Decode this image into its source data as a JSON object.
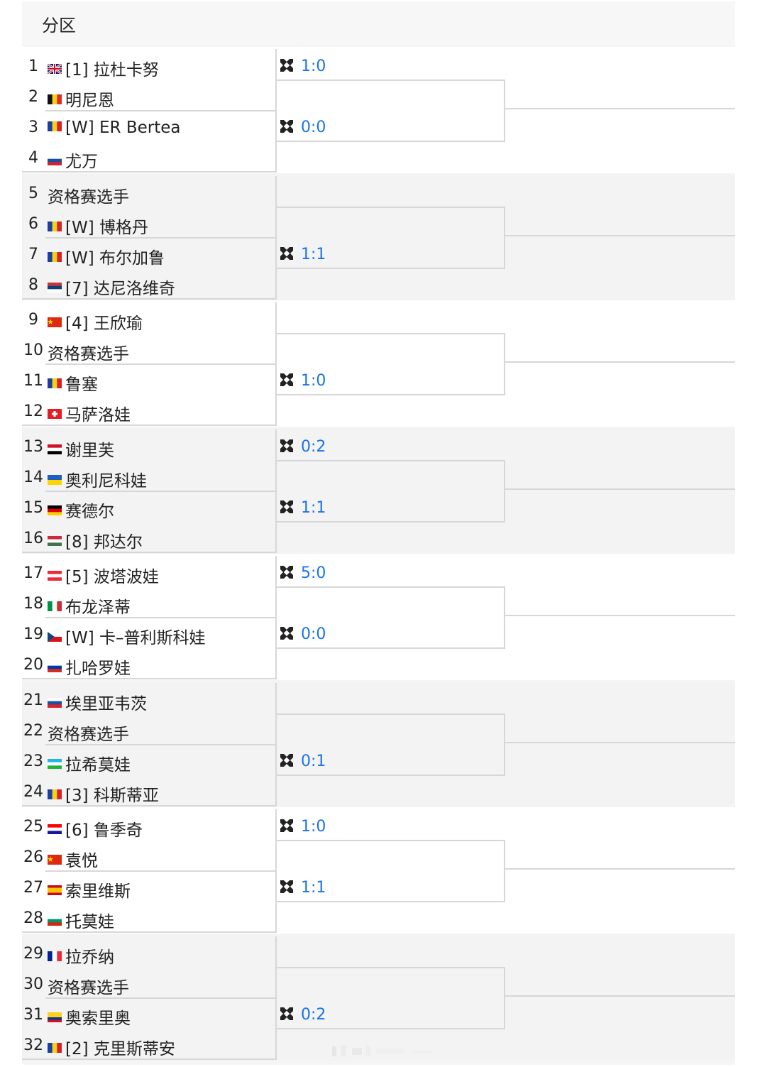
{
  "header": {
    "title": "分区"
  },
  "colors": {
    "score": "#1a73e8",
    "line": "#d7d7d7"
  },
  "flag_styles": {
    "gb": {
      "type": "uk"
    },
    "be": {
      "type": "v",
      "c": [
        "#111111",
        "#f7d117",
        "#e22a2a"
      ]
    },
    "ro": {
      "type": "v",
      "c": [
        "#1b3fa0",
        "#f7d117",
        "#d5222b"
      ]
    },
    "si": {
      "type": "h",
      "c": [
        "#ffffff",
        "#1b4fa0",
        "#d5222b"
      ]
    },
    "rs": {
      "type": "h",
      "c": [
        "#c6363c",
        "#0c4076",
        "#ffffff"
      ]
    },
    "cn": {
      "type": "solid",
      "c": [
        "#de2910"
      ]
    },
    "ch": {
      "type": "cross",
      "c": [
        "#e31e24",
        "#ffffff"
      ]
    },
    "eg": {
      "type": "h",
      "c": [
        "#ce1126",
        "#ffffff",
        "#000000"
      ]
    },
    "ua": {
      "type": "h",
      "c": [
        "#1f5fbf",
        "#ffd500"
      ]
    },
    "de": {
      "type": "h",
      "c": [
        "#000000",
        "#dd0000",
        "#ffce00"
      ]
    },
    "hu": {
      "type": "h",
      "c": [
        "#ce2939",
        "#ffffff",
        "#477050"
      ]
    },
    "at": {
      "type": "h",
      "c": [
        "#ed2939",
        "#ffffff",
        "#ed2939"
      ]
    },
    "it": {
      "type": "v",
      "c": [
        "#009246",
        "#ffffff",
        "#ce2b37"
      ]
    },
    "cz": {
      "type": "cz"
    },
    "ru": {
      "type": "h",
      "c": [
        "#ffffff",
        "#0039a6",
        "#d52b1e"
      ]
    },
    "uz": {
      "type": "h",
      "c": [
        "#1eb5e8",
        "#ffffff",
        "#1eb53a"
      ]
    },
    "hr": {
      "type": "h",
      "c": [
        "#ff0000",
        "#ffffff",
        "#171796"
      ]
    },
    "es": {
      "type": "es"
    },
    "bg": {
      "type": "h",
      "c": [
        "#ffffff",
        "#00966e",
        "#d62612"
      ]
    },
    "fr": {
      "type": "v",
      "c": [
        "#002395",
        "#ffffff",
        "#ed2939"
      ]
    },
    "co": {
      "type": "co"
    }
  },
  "sections": [
    {
      "players": [
        {
          "seed": "1",
          "flag": "gb",
          "name": "[1] 拉杜卡努"
        },
        {
          "seed": "2",
          "flag": "be",
          "name": "明尼恩"
        },
        {
          "seed": "3",
          "flag": "ro",
          "name": "[W] ER Bertea"
        },
        {
          "seed": "4",
          "flag": "si",
          "name": "尤万"
        }
      ],
      "scores": [
        {
          "slot": 0,
          "text": "1:0"
        },
        {
          "slot": 1,
          "text": "0:0"
        }
      ]
    },
    {
      "players": [
        {
          "seed": "5",
          "flag": "",
          "name": "资格赛选手"
        },
        {
          "seed": "6",
          "flag": "ro",
          "name": "[W] 博格丹"
        },
        {
          "seed": "7",
          "flag": "ro",
          "name": "[W] 布尔加鲁"
        },
        {
          "seed": "8",
          "flag": "rs",
          "name": "[7] 达尼洛维奇"
        }
      ],
      "scores": [
        {
          "slot": 1,
          "text": "1:1"
        }
      ]
    },
    {
      "players": [
        {
          "seed": "9",
          "flag": "cn",
          "name": "[4] 王欣瑜"
        },
        {
          "seed": "10",
          "flag": "",
          "name": "资格赛选手"
        },
        {
          "seed": "11",
          "flag": "ro",
          "name": "鲁塞"
        },
        {
          "seed": "12",
          "flag": "ch",
          "name": "马萨洛娃"
        }
      ],
      "scores": [
        {
          "slot": 1,
          "text": "1:0"
        }
      ]
    },
    {
      "players": [
        {
          "seed": "13",
          "flag": "eg",
          "name": "谢里芙"
        },
        {
          "seed": "14",
          "flag": "ua",
          "name": "奥利尼科娃"
        },
        {
          "seed": "15",
          "flag": "de",
          "name": "赛德尔"
        },
        {
          "seed": "16",
          "flag": "hu",
          "name": "[8] 邦达尔"
        }
      ],
      "scores": [
        {
          "slot": 0,
          "text": "0:2"
        },
        {
          "slot": 1,
          "text": "1:1"
        }
      ]
    },
    {
      "players": [
        {
          "seed": "17",
          "flag": "at",
          "name": "[5] 波塔波娃"
        },
        {
          "seed": "18",
          "flag": "it",
          "name": "布龙泽蒂"
        },
        {
          "seed": "19",
          "flag": "cz",
          "name": "[W] 卡–普利斯科娃"
        },
        {
          "seed": "20",
          "flag": "ru",
          "name": "扎哈罗娃"
        }
      ],
      "scores": [
        {
          "slot": 0,
          "text": "5:0"
        },
        {
          "slot": 1,
          "text": "0:0"
        }
      ]
    },
    {
      "players": [
        {
          "seed": "21",
          "flag": "si",
          "name": "埃里亚韦茨"
        },
        {
          "seed": "22",
          "flag": "",
          "name": "资格赛选手"
        },
        {
          "seed": "23",
          "flag": "uz",
          "name": "拉希莫娃"
        },
        {
          "seed": "24",
          "flag": "ro",
          "name": "[3] 科斯蒂亚"
        }
      ],
      "scores": [
        {
          "slot": 1,
          "text": "0:1"
        }
      ]
    },
    {
      "players": [
        {
          "seed": "25",
          "flag": "hr",
          "name": "[6] 鲁季奇"
        },
        {
          "seed": "26",
          "flag": "cn",
          "name": "袁悦"
        },
        {
          "seed": "27",
          "flag": "es",
          "name": "索里维斯"
        },
        {
          "seed": "28",
          "flag": "bg",
          "name": "托莫娃"
        }
      ],
      "scores": [
        {
          "slot": 0,
          "text": "1:0"
        },
        {
          "slot": 1,
          "text": "1:1"
        }
      ]
    },
    {
      "players": [
        {
          "seed": "29",
          "flag": "fr",
          "name": "拉乔纳"
        },
        {
          "seed": "30",
          "flag": "",
          "name": "资格赛选手"
        },
        {
          "seed": "31",
          "flag": "co",
          "name": "奥索里奥"
        },
        {
          "seed": "32",
          "flag": "ro",
          "name": "[2] 克里斯蒂安"
        }
      ],
      "scores": [
        {
          "slot": 1,
          "text": "0:2"
        }
      ]
    }
  ]
}
